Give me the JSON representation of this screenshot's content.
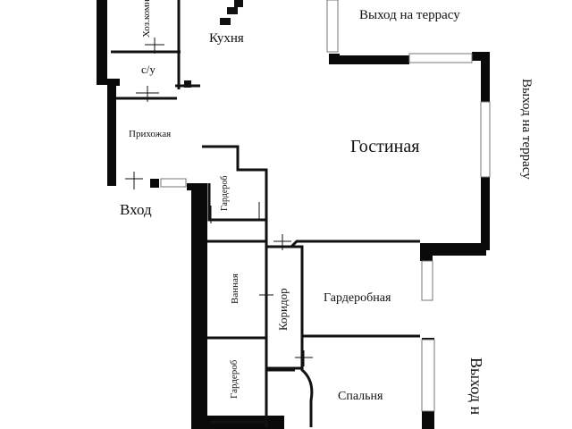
{
  "colors": {
    "wall": "#0a0a0a",
    "thin": "#111111",
    "window": "#cfcfcf",
    "background": "#ffffff"
  },
  "labels": {
    "storage": "Хоз.комн.",
    "kitchen": "Кухня",
    "terrace_exit_top": "Выход на террасу",
    "terrace_exit_right": "Выход на террасу",
    "wc": "с/у",
    "hallway": "Прихожая",
    "living_room": "Гостиная",
    "wardrobe_hall": "Гардероб",
    "entrance": "Вход",
    "bathroom": "Ванная",
    "corridor": "Коридор",
    "dressing_room": "Гардеробная",
    "wardrobe_bedroom": "Гардероб",
    "bedroom": "Спальня",
    "terrace_exit_bottom": "Выход н"
  }
}
